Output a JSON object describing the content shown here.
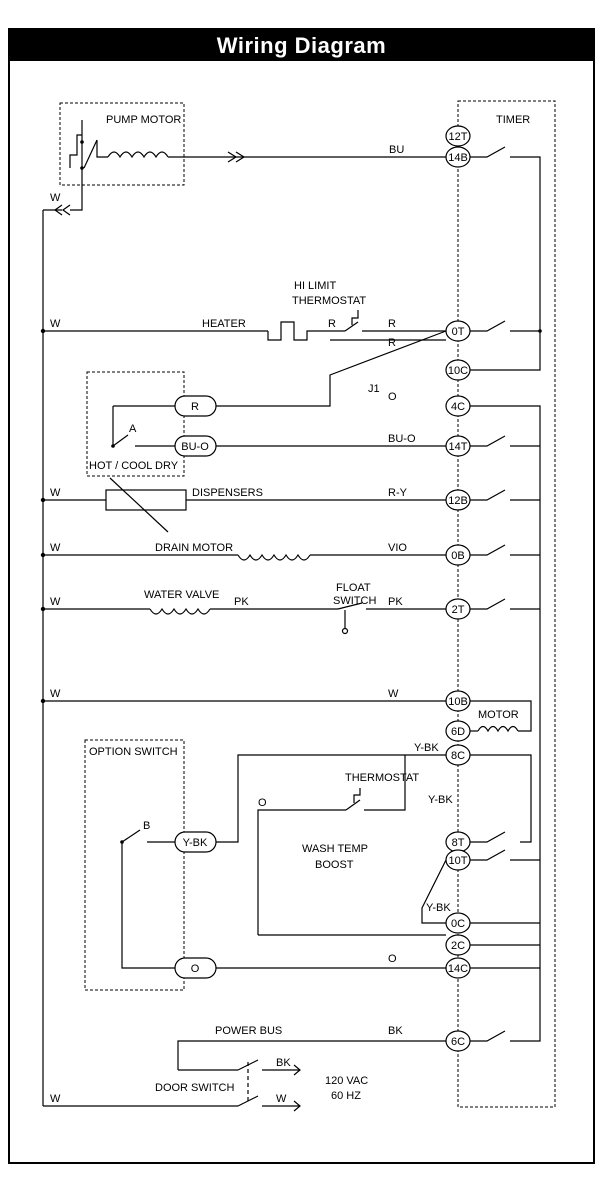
{
  "title": "Wiring Diagram",
  "labels": {
    "pump_motor": "PUMP MOTOR",
    "timer": "TIMER",
    "hi_limit": "HI LIMIT",
    "thermostat": "THERMOSTAT",
    "heater": "HEATER",
    "hot_cool_dry": "HOT / COOL DRY",
    "dispensers": "DISPENSERS",
    "drain_motor": "DRAIN MOTOR",
    "water_valve": "WATER VALVE",
    "float": "FLOAT",
    "switch": "SWITCH",
    "motor": "MOTOR",
    "option_switch": "OPTION SWITCH",
    "wash_temp": "WASH TEMP",
    "boost": "BOOST",
    "power_bus": "POWER BUS",
    "door_switch": "DOOR SWITCH",
    "vac": "120 VAC",
    "hz": "60 HZ",
    "j1": "J1",
    "a": "A",
    "b": "B"
  },
  "wires": {
    "w": "W",
    "bu": "BU",
    "r": "R",
    "o": "O",
    "bu_o": "BU-O",
    "r_y": "R-Y",
    "vio": "VIO",
    "pk": "PK",
    "y_bk": "Y-BK",
    "bk": "BK"
  },
  "timer_terminals": [
    "12T",
    "14B",
    "0T",
    "10C",
    "4C",
    "14T",
    "12B",
    "0B",
    "2T",
    "10B",
    "6D",
    "8C",
    "8T",
    "10T",
    "0C",
    "2C",
    "14C",
    "6C"
  ],
  "component_terminals": {
    "r": "R",
    "bu_o": "BU-O",
    "y_bk": "Y-BK",
    "o": "O"
  }
}
